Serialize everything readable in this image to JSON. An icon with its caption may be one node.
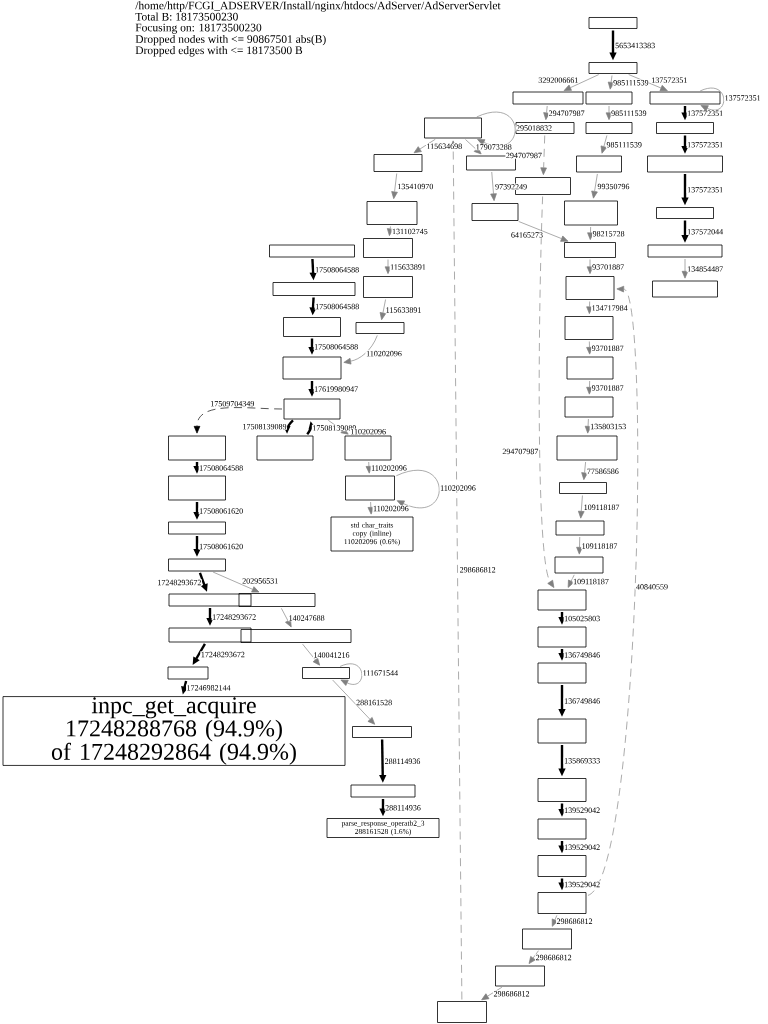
{
  "diagram": {
    "title": "/home/http/FCGI_ADSERVER/Install/nginx/htdocs/AdServer/AdServerServlet",
    "labels": [
      "Total B: 18173500230",
      "Focusing on: 18173500230",
      "Dropped nodes with <= 90867501 abs(B)",
      "Dropped edges with <= 18173500 B"
    ],
    "nodes": [
      {
        "text": [],
        "shape": "box"
      },
      {
        "text": [],
        "shape": "box"
      },
      {
        "text": [],
        "shape": "box"
      },
      {
        "text": [],
        "shape": "box"
      },
      {
        "text": [],
        "shape": "box"
      },
      {
        "text": [],
        "shape": "box"
      },
      {
        "text": [],
        "shape": "box"
      },
      {
        "text": [],
        "shape": "box"
      },
      {
        "text": [],
        "shape": "box"
      },
      {
        "text": [],
        "shape": "box"
      },
      {
        "text": [],
        "shape": "box"
      },
      {
        "text": [],
        "shape": "box"
      },
      {
        "text": [],
        "shape": "box"
      },
      {
        "text": [],
        "shape": "box"
      },
      {
        "text": [],
        "shape": "box"
      },
      {
        "text": [],
        "shape": "box"
      },
      {
        "text": [],
        "shape": "box"
      },
      {
        "text": [],
        "shape": "box"
      },
      {
        "text": [],
        "shape": "box"
      },
      {
        "text": [],
        "shape": "box"
      },
      {
        "text": [],
        "shape": "box"
      },
      {
        "text": [],
        "shape": "box"
      },
      {
        "text": [],
        "shape": "box"
      },
      {
        "text": [],
        "shape": "box"
      },
      {
        "text": [
          "std char_traits copy (inline)",
          "110202096 (0.6%)"
        ]
      },
      {
        "text": [],
        "shape": "box"
      },
      {
        "text": [],
        "shape": "box"
      },
      {
        "text": [],
        "shape": "box"
      },
      {
        "text": [],
        "shape": "box"
      },
      {
        "text": [],
        "shape": "box"
      },
      {
        "text": [],
        "shape": "box"
      },
      {
        "text": [],
        "shape": "box"
      },
      {
        "text": [],
        "shape": "box"
      },
      {
        "text": [
          "inpc_get_acquire",
          "17248288768 (94.9%)",
          "of 17248292864 (94.9%)"
        ]
      },
      {
        "text": [],
        "shape": "box"
      },
      {
        "text": [],
        "shape": "box"
      },
      {
        "text": [
          "parse_response_operatb2_3",
          "288161528 (1.6%)"
        ]
      },
      {
        "text": [],
        "shape": "box"
      },
      {
        "text": [],
        "shape": "box"
      },
      {
        "text": [],
        "shape": "box"
      },
      {
        "text": [],
        "shape": "box"
      },
      {
        "text": [],
        "shape": "box"
      },
      {
        "text": [],
        "shape": "box"
      },
      {
        "text": [],
        "shape": "box"
      },
      {
        "text": [],
        "shape": "box"
      },
      {
        "text": [],
        "shape": "box"
      },
      {
        "text": [],
        "shape": "box"
      },
      {
        "text": [],
        "shape": "box"
      },
      {
        "text": [],
        "shape": "box"
      },
      {
        "text": [],
        "shape": "box"
      },
      {
        "text": [],
        "shape": "box"
      },
      {
        "text": [],
        "shape": "box"
      },
      {
        "text": [],
        "shape": "box"
      },
      {
        "text": [],
        "shape": "box"
      },
      {
        "text": [],
        "shape": "box"
      },
      {
        "text": [],
        "shape": "box"
      },
      {
        "text": [],
        "shape": "box"
      },
      {
        "text": [],
        "shape": "box"
      },
      {
        "text": [],
        "shape": "box"
      },
      {
        "text": [],
        "shape": "box"
      },
      {
        "text": [],
        "shape": "box"
      },
      {
        "text": [],
        "shape": "box"
      },
      {
        "text": [],
        "shape": "box"
      },
      {
        "text": [],
        "shape": "box"
      },
      {
        "text": [],
        "shape": "box"
      },
      {
        "text": [],
        "shape": "box"
      }
    ],
    "edges": [
      {
        "from": 0,
        "to": 1,
        "label": "5653413383",
        "arrow": "to",
        "style": "thick",
        "color": "#000000"
      },
      {
        "from": 1,
        "to": 2,
        "label": "3292006661",
        "arrow": "to"
      },
      {
        "from": 1,
        "to": 3,
        "label": "985111539",
        "arrow": "to"
      },
      {
        "from": 1,
        "to": 4,
        "label": "137572351",
        "arrow": "to"
      },
      {
        "from": 4,
        "to": 4,
        "label": "137572351",
        "arrow": "to"
      },
      {
        "from": 2,
        "to": 37,
        "label": "294707987",
        "arrow": "to"
      },
      {
        "from": 37,
        "to": 8,
        "label": "294707987",
        "arrow": "to",
        "style": "dashed"
      },
      {
        "from": 3,
        "to": 38,
        "label": "985111539",
        "arrow": "to"
      },
      {
        "from": 38,
        "to": 40,
        "label": "985111539",
        "arrow": "to"
      },
      {
        "from": 4,
        "to": 39,
        "label": "137572351",
        "arrow": "to",
        "style": "thick",
        "color": "#000000"
      },
      {
        "from": 39,
        "to": 41,
        "label": "137572351",
        "arrow": "to",
        "style": "thick",
        "color": "#000000"
      },
      {
        "from": 41,
        "to": 43,
        "label": "137572351",
        "arrow": "to",
        "style": "thick",
        "color": "#000000"
      },
      {
        "from": 43,
        "to": 45,
        "label": "137572044",
        "arrow": "to",
        "style": "thick",
        "color": "#000000"
      },
      {
        "from": 45,
        "to": 47,
        "label": "134854487",
        "arrow": "to"
      },
      {
        "from": 40,
        "to": 42,
        "label": "99350796",
        "arrow": "to"
      },
      {
        "from": 42,
        "to": 44,
        "label": "98215728",
        "arrow": "to"
      },
      {
        "from": 9,
        "to": 44,
        "label": "64165273",
        "arrow": "to"
      },
      {
        "from": 44,
        "to": 46,
        "label": "93701887",
        "arrow": "to"
      },
      {
        "from": 46,
        "to": 48,
        "label": "134717984",
        "arrow": "to"
      },
      {
        "from": 62,
        "to": 46,
        "label": "40840559",
        "arrow": "to",
        "style": "dashed"
      },
      {
        "from": 48,
        "to": 49,
        "label": "93701887",
        "arrow": "to"
      },
      {
        "from": 49,
        "to": 50,
        "label": "93701887",
        "arrow": "to"
      },
      {
        "from": 8,
        "to": 55,
        "label": "294707987",
        "arrow": "to",
        "style": "dashed"
      },
      {
        "from": 50,
        "to": 51,
        "label": "135803153",
        "arrow": "to"
      },
      {
        "from": 51,
        "to": 52,
        "label": "77586586",
        "arrow": "to"
      },
      {
        "from": 52,
        "to": 53,
        "label": "109118187",
        "arrow": "to"
      },
      {
        "from": 53,
        "to": 54,
        "label": "109118187",
        "arrow": "to"
      },
      {
        "from": 54,
        "to": 55,
        "label": "109118187",
        "arrow": "to"
      },
      {
        "from": 55,
        "to": 56,
        "label": "105025803",
        "arrow": "to",
        "style": "thick",
        "color": "#000000"
      },
      {
        "from": 56,
        "to": 57,
        "label": "136749846",
        "arrow": "to",
        "style": "thick",
        "color": "#000000"
      },
      {
        "from": 57,
        "to": 58,
        "label": "136749846",
        "arrow": "to",
        "style": "thick",
        "color": "#000000"
      },
      {
        "from": 58,
        "to": 59,
        "label": "135869333",
        "arrow": "to",
        "style": "thick",
        "color": "#000000"
      },
      {
        "from": 59,
        "to": 60,
        "label": "139529042",
        "arrow": "to",
        "style": "thick",
        "color": "#000000"
      },
      {
        "from": 60,
        "to": 61,
        "label": "139529042",
        "arrow": "to",
        "style": "thick",
        "color": "#000000"
      },
      {
        "from": 61,
        "to": 62,
        "label": "139529042",
        "arrow": "to",
        "style": "thick",
        "color": "#000000"
      },
      {
        "from": 62,
        "to": 63,
        "label": "298686812",
        "arrow": "to"
      },
      {
        "from": 63,
        "to": 64,
        "label": "298686812",
        "arrow": "to"
      },
      {
        "from": 64,
        "to": 65,
        "label": "298686812",
        "arrow": "to"
      },
      {
        "from": 65,
        "to": 5,
        "label": "298686812",
        "arrow": "to",
        "style": "dashed"
      },
      {
        "from": 5,
        "to": 5,
        "label": "295018832",
        "arrow": "to"
      },
      {
        "from": 5,
        "to": 6,
        "label": "115634698",
        "arrow": "to"
      },
      {
        "from": 5,
        "to": 7,
        "label": "179073288",
        "arrow": "to"
      },
      {
        "from": 6,
        "to": 10,
        "label": "135410970",
        "arrow": "to"
      },
      {
        "from": 7,
        "to": 9,
        "label": "97392249",
        "arrow": "to"
      },
      {
        "from": 10,
        "to": 11,
        "label": "131102745",
        "arrow": "to"
      },
      {
        "from": 11,
        "to": 14,
        "label": "115633891",
        "arrow": "to"
      },
      {
        "from": 14,
        "to": 15,
        "label": "115633891",
        "arrow": "to"
      },
      {
        "from": 15,
        "to": 17,
        "label": "110202096",
        "arrow": "to"
      },
      {
        "from": 12,
        "to": 13,
        "label": "17508064588",
        "arrow": "to",
        "style": "thick",
        "color": "#000000"
      },
      {
        "from": 13,
        "to": 16,
        "label": "17508064588",
        "arrow": "to",
        "style": "thick",
        "color": "#000000"
      },
      {
        "from": 16,
        "to": 17,
        "label": "17508064588",
        "arrow": "to",
        "style": "thick",
        "color": "#000000"
      },
      {
        "from": 17,
        "to": 18,
        "label": "17619980947",
        "arrow": "to",
        "style": "thick",
        "color": "#000000"
      },
      {
        "from": 18,
        "to": 19,
        "label": "17509704349",
        "arrow": "to",
        "style": "dashed",
        "color": "#000000"
      },
      {
        "from": 18,
        "to": 20,
        "label": "17508139089",
        "arrow": "to",
        "style": "thick",
        "color": "#000000"
      },
      {
        "from": 20,
        "to": 18,
        "label": "17508139089",
        "arrow": "to",
        "style": "thick",
        "color": "#000000"
      },
      {
        "from": 18,
        "to": 21,
        "label": "110202096",
        "arrow": "to"
      },
      {
        "from": 21,
        "to": 23,
        "label": "110202096",
        "arrow": "to"
      },
      {
        "from": 23,
        "to": 23,
        "label": "110202096",
        "arrow": "to"
      },
      {
        "from": 23,
        "to": 24,
        "label": "110202096",
        "arrow": "to"
      },
      {
        "from": 19,
        "to": 22,
        "label": "17508064588",
        "arrow": "to",
        "style": "thick",
        "color": "#000000"
      },
      {
        "from": 22,
        "to": 25,
        "label": "17508061620",
        "arrow": "to",
        "style": "thick",
        "color": "#000000"
      },
      {
        "from": 25,
        "to": 26,
        "label": "17508061620",
        "arrow": "to",
        "style": "thick",
        "color": "#000000"
      },
      {
        "from": 26,
        "to": 27,
        "label": "17248293672",
        "arrow": "to",
        "style": "thick",
        "color": "#000000"
      },
      {
        "from": 26,
        "to": 28,
        "label": "202956531",
        "arrow": "to"
      },
      {
        "from": 27,
        "to": 29,
        "label": "17248293672",
        "arrow": "to",
        "style": "thick",
        "color": "#000000"
      },
      {
        "from": 29,
        "to": 31,
        "label": "17248293672",
        "arrow": "to",
        "style": "thick",
        "color": "#000000"
      },
      {
        "from": 31,
        "to": 33,
        "label": "17246982144",
        "arrow": "to",
        "style": "thick",
        "color": "#000000"
      },
      {
        "from": 28,
        "to": 30,
        "label": "140247688",
        "arrow": "to"
      },
      {
        "from": 30,
        "to": 32,
        "label": "140041216",
        "arrow": "to"
      },
      {
        "from": 32,
        "to": 32,
        "label": "111671544",
        "arrow": "to"
      },
      {
        "from": 32,
        "to": 34,
        "label": "288161528",
        "arrow": "to"
      },
      {
        "from": 34,
        "to": 35,
        "label": "288114936",
        "arrow": "to",
        "style": "thick",
        "color": "#000000"
      },
      {
        "from": 35,
        "to": 36,
        "label": "288114936",
        "arrow": "to",
        "style": "thick",
        "color": "#000000"
      }
    ]
  }
}
